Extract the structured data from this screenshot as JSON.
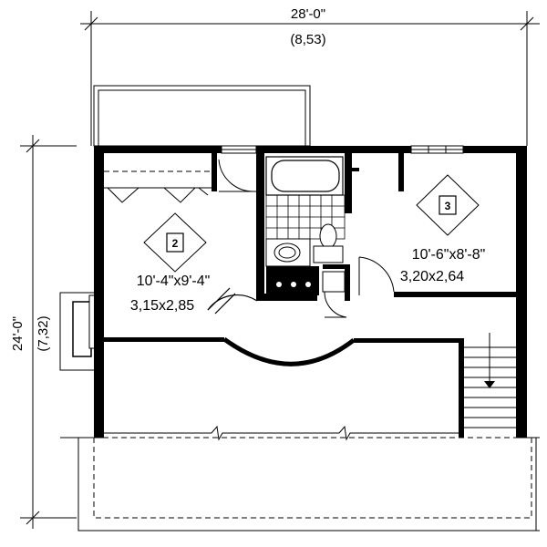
{
  "plan": {
    "top_dimension": {
      "imperial": "28'-0\"",
      "metric": "(8,53)"
    },
    "left_dimension": {
      "imperial": "24'-0\"",
      "metric": "(7,32)"
    },
    "rooms": [
      {
        "tag": "2",
        "size_imperial": "10'-4\"x9'-4\"",
        "size_metric": "3,15x2,85"
      },
      {
        "tag": "3",
        "size_imperial": "10'-6\"x8'-8\"",
        "size_metric": "3,20x2,64"
      }
    ]
  }
}
